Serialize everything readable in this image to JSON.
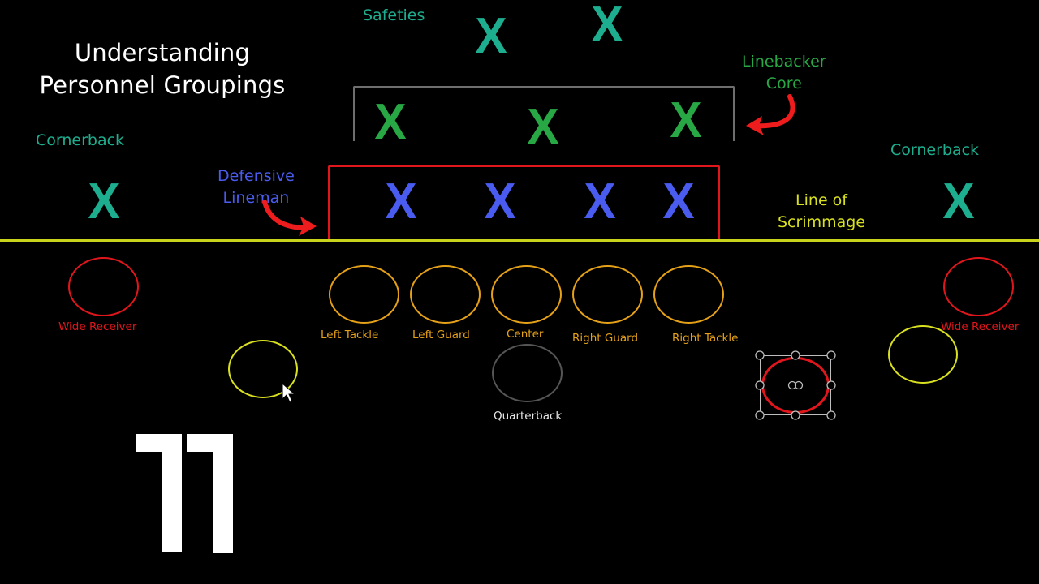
{
  "title": {
    "line1": "Understanding",
    "line2": "Personnel Groupings"
  },
  "personnel_number": "11",
  "defense": {
    "safeties": {
      "label": "Safeties",
      "marks": [
        "X",
        "X"
      ]
    },
    "linebackers": {
      "label_line1": "Linebacker",
      "label_line2": "Core",
      "marks": [
        "X",
        "X",
        "X"
      ]
    },
    "defensive_line": {
      "label_line1": "Defensive",
      "label_line2": "Lineman",
      "marks": [
        "X",
        "X",
        "X",
        "X"
      ]
    },
    "cornerback_left": {
      "label": "Cornerback",
      "mark": "X"
    },
    "cornerback_right": {
      "label": "Cornerback",
      "mark": "X"
    }
  },
  "line_of_scrimmage": {
    "label_line1": "Line of",
    "label_line2": "Scrimmage"
  },
  "offense": {
    "wide_receiver_left": "Wide Receiver",
    "wide_receiver_right": "Wide Receiver",
    "offensive_line": [
      "Left Tackle",
      "Left Guard",
      "Center",
      "Right Guard",
      "Right Tackle"
    ],
    "quarterback": "Quarterback"
  },
  "colors": {
    "secondary": "#1dae8f",
    "linebackers": "#28a745",
    "defensive_line": "#4a5cf0",
    "scrimmage": "#d8e020",
    "offensive_line": "#e5a118",
    "receivers": "#e0161c",
    "quarterback": "#555555"
  }
}
